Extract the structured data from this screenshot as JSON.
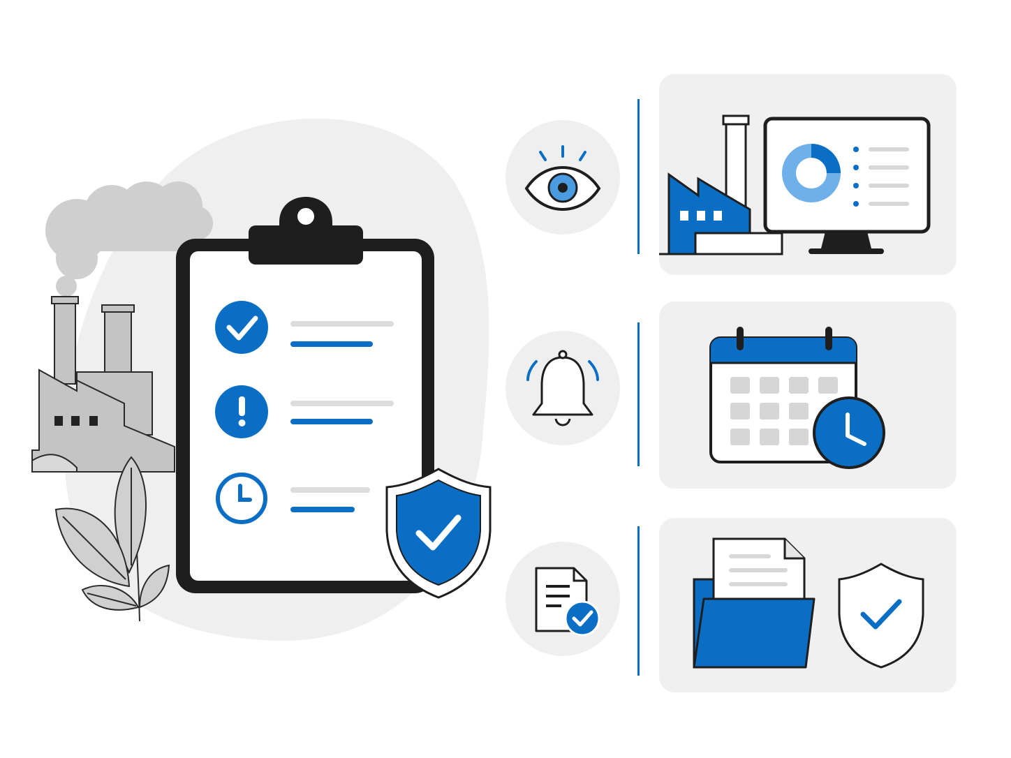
{
  "colors": {
    "accent": "#0a6fc4",
    "outline": "#1e1e1e",
    "gray_fill": "#bdbdbd",
    "light_gray": "#efefef",
    "card_bg": "#f0f0f0"
  },
  "icons": {
    "clipboard": "clipboard-checklist-icon",
    "check": "check-circle-icon",
    "alert": "alert-circle-icon",
    "clock": "clock-icon",
    "shield": "shield-check-icon",
    "factory": "factory-icon",
    "leaf": "leaf-icon",
    "smoke": "smoke-cloud-icon",
    "eye": "eye-icon",
    "bell": "bell-icon",
    "document": "document-check-icon",
    "monitor": "monitor-dashboard-icon",
    "calendar": "calendar-clock-icon",
    "folder": "folder-document-icon"
  },
  "rows": [
    {
      "icon": "eye-icon",
      "card": "factory-monitor-card"
    },
    {
      "icon": "bell-icon",
      "card": "calendar-schedule-card"
    },
    {
      "icon": "document-check-icon",
      "card": "folder-shield-card"
    }
  ],
  "checklist": [
    {
      "status": "done"
    },
    {
      "status": "warning"
    },
    {
      "status": "pending"
    }
  ]
}
